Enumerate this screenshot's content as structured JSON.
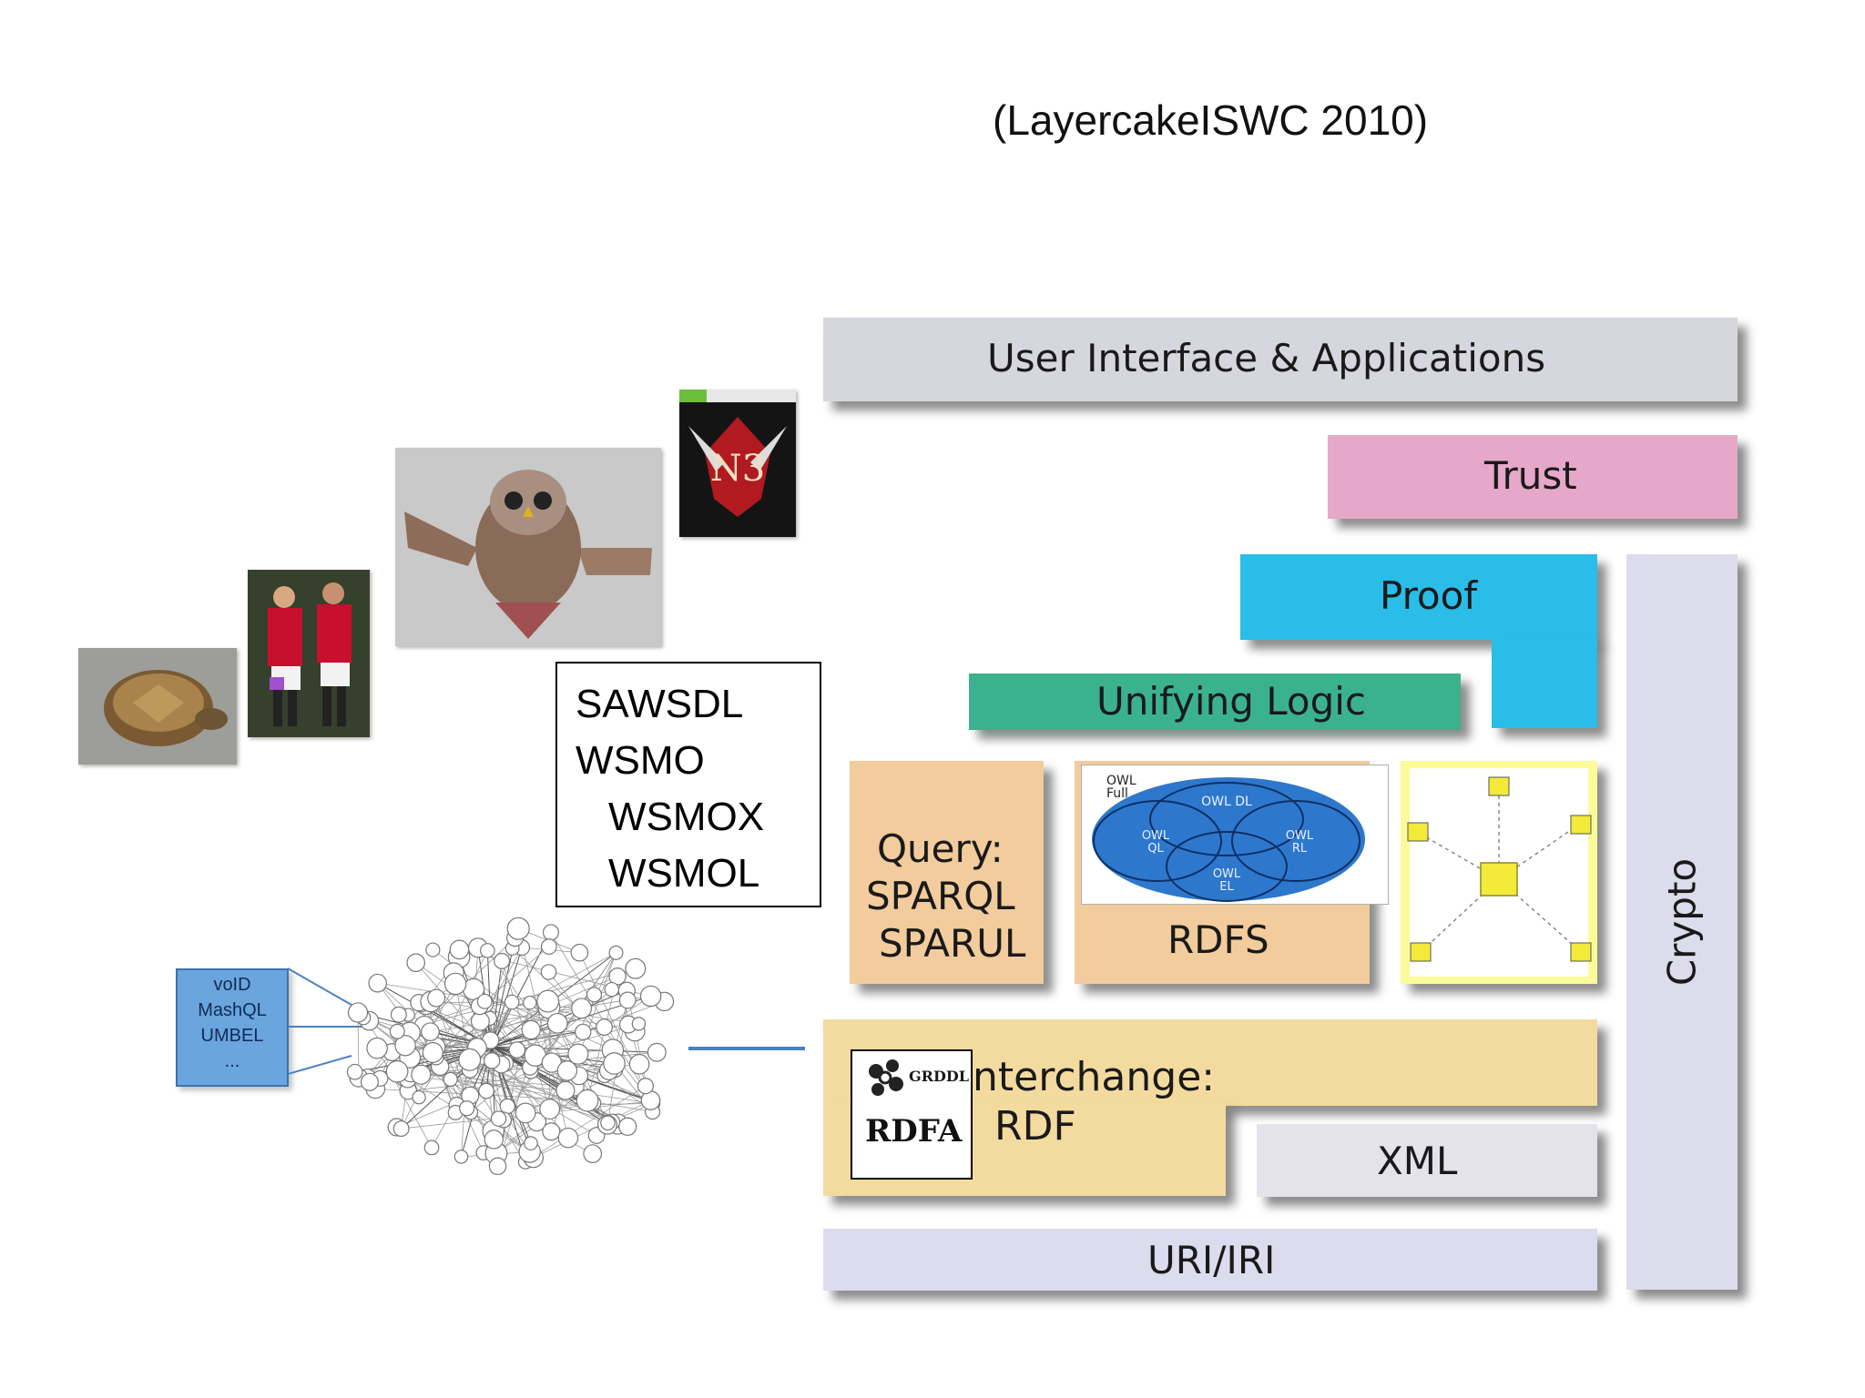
{
  "title": "(LayercakeISWC 2010)",
  "layers": {
    "ui": "User Interface & Applications",
    "trust": "Trust",
    "proof": "Proof",
    "crypto": "Crypto",
    "logic": "Unifying Logic",
    "query": [
      "Query:",
      "SPARQL",
      "SPARUL"
    ],
    "rdfs": "RDFS",
    "interchange": [
      "nterchange:",
      "RDF"
    ],
    "xml": "XML",
    "uri": "URI/IRI"
  },
  "owl": {
    "full": [
      "OWL",
      "Full"
    ],
    "dl": "OWL DL",
    "ql": [
      "OWL",
      "QL"
    ],
    "rl": [
      "OWL",
      "RL"
    ],
    "el": [
      "OWL",
      "EL"
    ]
  },
  "rdfa_logo": {
    "grddl": "GRDDL",
    "rdfa": "RDFA"
  },
  "ws_box": [
    "SAWSDL",
    "WSMO",
    "WSMOX",
    "WSMOL"
  ],
  "void_box": [
    "voID",
    "MashQL",
    "UMBEL",
    "..."
  ],
  "colors": {
    "ui": "#d5d6de",
    "trust": "#e6a8c8",
    "proof": "#29bde8",
    "crypto": "#dcdcec",
    "logic": "#3bb28e",
    "query": "#f2cc9c",
    "rdfs": "#f2cc9c",
    "interchange": "#f3dba0",
    "xml": "#e3e3e8",
    "uri": "#dcdcee",
    "owl_ellipse": "#2d78cc",
    "rif": "#fbfb9a",
    "connector": "#4a7fc1"
  }
}
